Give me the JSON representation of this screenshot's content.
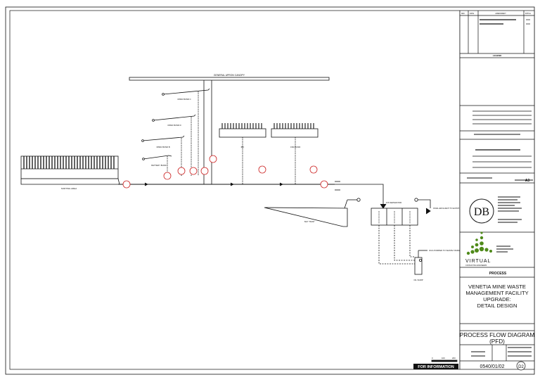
{
  "drawing": {
    "canopy_label": "GENERAL APRON CANOPY",
    "area_labels": [
      "OPEN BUND C",
      "OPEN BUND D",
      "OPEN BUND B",
      "BATTERY BUND",
      "IBC",
      "CSD BUND",
      "SORTING AREA",
      "SILT TRAP",
      "O/S SEPARATOR",
      "OIL SUMP"
    ],
    "outlet_labels": [
      "FINAL EFFLUENT TO EXISTING DIRTY WATER SYSTEM",
      "OILS PUMPED TO WASTE TANKER"
    ],
    "stamp": "FOR INFORMATION",
    "scale_ticks": [
      "0",
      "100",
      "200"
    ]
  },
  "title_block": {
    "rev_headers": [
      "REV",
      "DATE",
      "AMENDMENT",
      "INITIAL"
    ],
    "legend_title": "LEGEND",
    "firm_abbr": "DB",
    "firm_brand": "VIRTUAL",
    "firm_sub": "CONSULTING ENGINEERS",
    "discipline": "PROCESS",
    "project_title": [
      "VENETIA MINE WASTE",
      "MANAGEMENT FACILITY",
      "UPGRADE:",
      "DETAIL DESIGN"
    ],
    "drawing_title": [
      "PROCESS FLOW DIAGRAM",
      "(PFD)"
    ],
    "sheet_size": "A3",
    "drawing_number": "0540/01/02",
    "revision": "D2"
  },
  "colors": {
    "line": "#111111",
    "valve": "#cc2222",
    "tree_green": "#4f8a1a"
  }
}
